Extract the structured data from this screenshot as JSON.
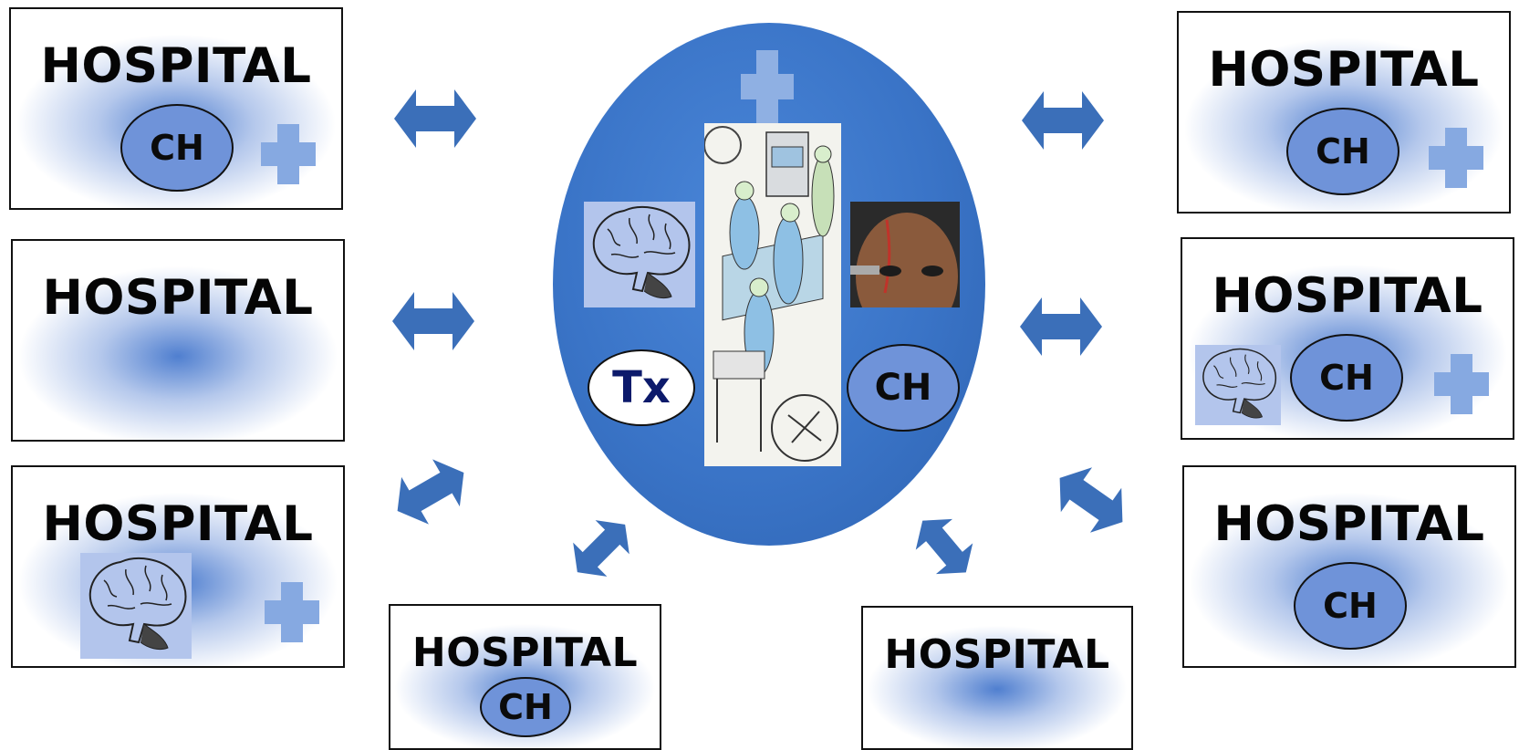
{
  "hospital_label": "HOSPITAL",
  "ch_label": "CH",
  "tx_label": "Tx",
  "colors": {
    "arrow": "#3b6fb9",
    "ellipse": "#3a74c7",
    "ch_fill": "#6f93d9",
    "cross_light": "#86a9e1",
    "cross_center": "#8fb0e3",
    "tx_text": "#0c1a6b"
  },
  "icons": [
    "double-arrow-icon",
    "medical-cross-icon",
    "brain-icon",
    "surgery-illustration",
    "head-injury-photo"
  ]
}
